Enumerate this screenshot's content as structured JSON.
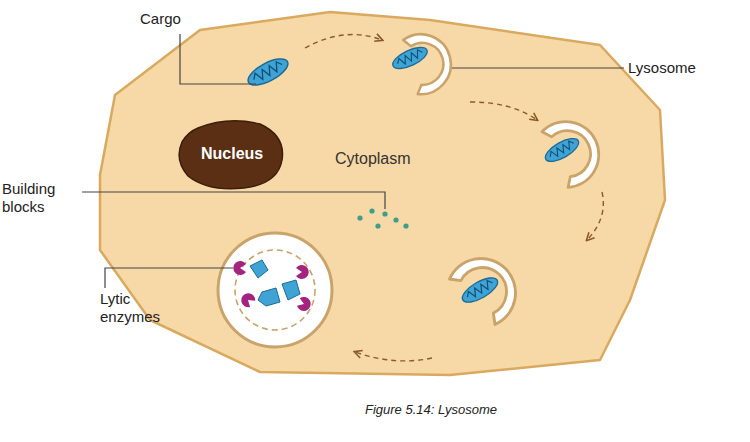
{
  "diagram": {
    "caption": "Figure 5.14: Lysosome",
    "nodes": [
      {
        "text": [
          "Cytoplasm"
        ]
      },
      {
        "text": [
          "Nucleus"
        ],
        "in": 0
      }
    ],
    "labels": [
      "Cargo",
      "Lysosome",
      "Building blocks",
      "Lytic enzymes"
    ]
  }
}
